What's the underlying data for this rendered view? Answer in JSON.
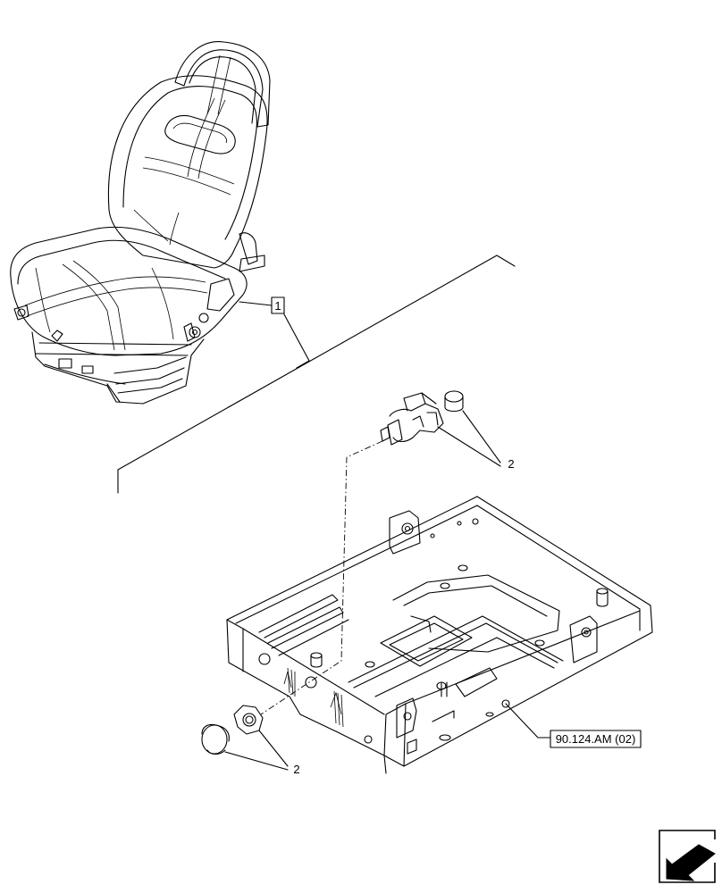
{
  "callouts": {
    "seat_ref": "1",
    "sensor_ref": "2",
    "plugs_ref": "2",
    "frame_ref": "90.124.AM (02)"
  },
  "icons": {
    "seat": "driver-seat-drawing",
    "sensor": "seat-switch-sensor-drawing",
    "frame": "seat-base-frame-drawing",
    "plug": "cap-plug-drawing",
    "nut": "nut-drawing",
    "nav": "arrow-icon"
  }
}
